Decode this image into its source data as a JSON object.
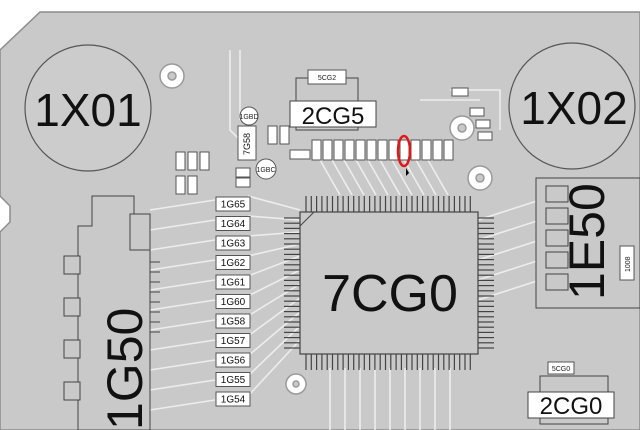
{
  "board": {
    "background": "#c9c9c9",
    "outline_color": "#8c8c8c",
    "trace_color": "#ececec",
    "highlight_color": "#e01818"
  },
  "mounting_holes": [
    {
      "label": "1X01"
    },
    {
      "label": "1X02"
    }
  ],
  "chips": {
    "main_ic": "7CG0",
    "ic_2cg5": "2CG5",
    "ic_2cg0": "2CG0",
    "connector_1g50": "1G50",
    "connector_1e50": "1E50"
  },
  "component_labels": {
    "5cg2": "5CG2",
    "5cg0": "5CG0",
    "7g58": "7G58",
    "1gbd": "1GBD",
    "1gbc": "1GBC",
    "r1008": "1008"
  },
  "resistor_array": [
    "1G65",
    "1G64",
    "1G63",
    "1G62",
    "1G61",
    "1G60",
    "1G58",
    "1G57",
    "1G56",
    "1G55",
    "1G54"
  ]
}
